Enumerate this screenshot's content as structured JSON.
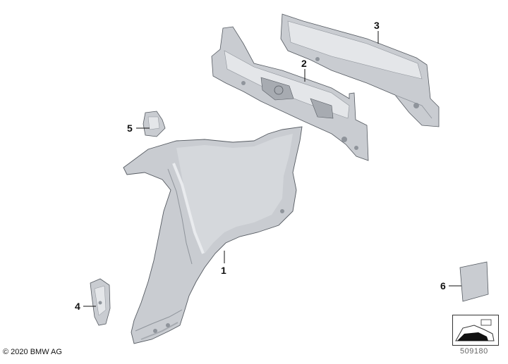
{
  "diagram": {
    "callouts": {
      "part1": "1",
      "part2": "2",
      "part3": "3",
      "part4": "4",
      "part5": "5",
      "part6": "6"
    },
    "copyright": "© 2020 BMW AG",
    "reference_number": "509180"
  },
  "colors": {
    "part_fill": "#c9ccd1",
    "part_light": "#e4e6e9",
    "part_dark": "#8f949b",
    "outline": "#555a61",
    "text": "#111111"
  }
}
